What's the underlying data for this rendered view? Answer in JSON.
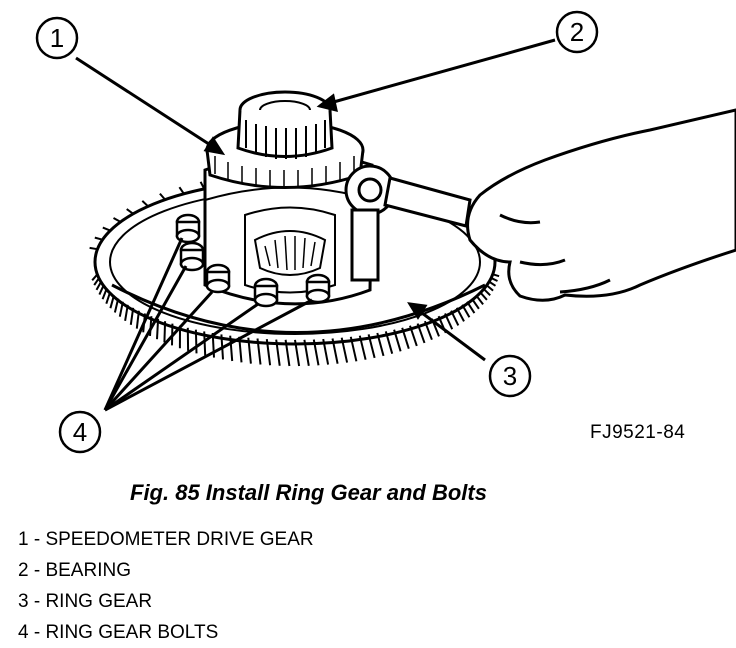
{
  "figure": {
    "callouts": [
      "1",
      "2",
      "3",
      "4"
    ],
    "drawing_code": "FJ9521-84"
  },
  "caption": "Fig. 85 Install Ring Gear and Bolts",
  "legend": [
    "1 - SPEEDOMETER DRIVE GEAR",
    "2 - BEARING",
    "3 - RING GEAR",
    "4 - RING GEAR BOLTS"
  ],
  "colors": {
    "ink": "#000000",
    "paper": "#ffffff"
  }
}
